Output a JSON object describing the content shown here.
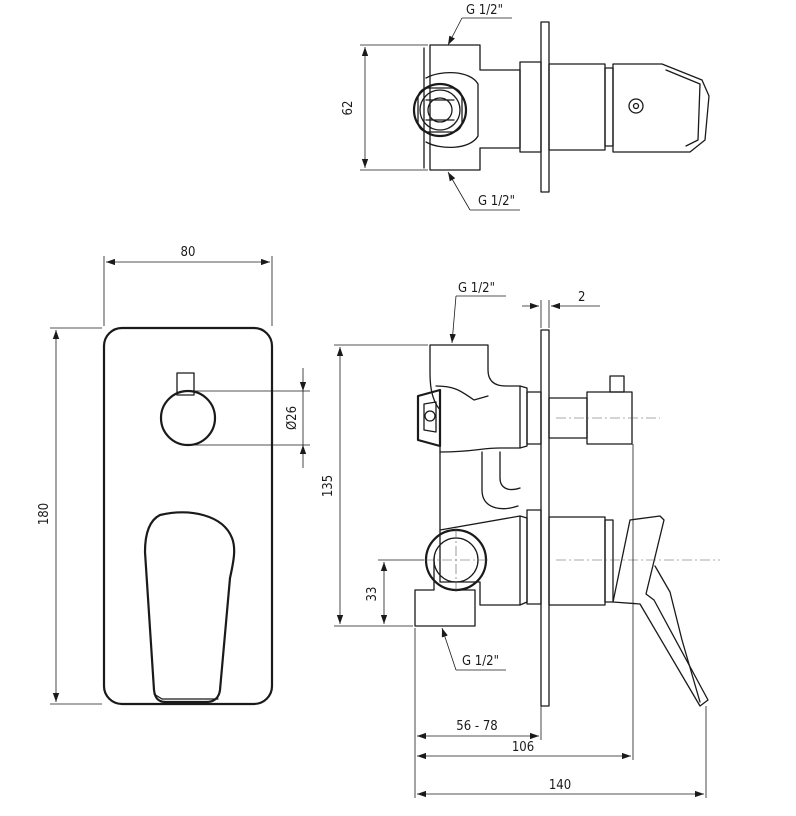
{
  "labels": {
    "top_thread_1": "G 1/2\"",
    "top_thread_2": "G 1/2\"",
    "top_height": "62",
    "plate_width": "80",
    "plate_height": "180",
    "knob_diameter": "Ø26",
    "side_thread_top": "G 1/2\"",
    "plate_thickness": "2",
    "body_height": "135",
    "outlet_height": "33",
    "side_thread_bottom": "G 1/2\"",
    "install_depth": "56 - 78",
    "depth_to_knob": "106",
    "total_depth": "140"
  }
}
